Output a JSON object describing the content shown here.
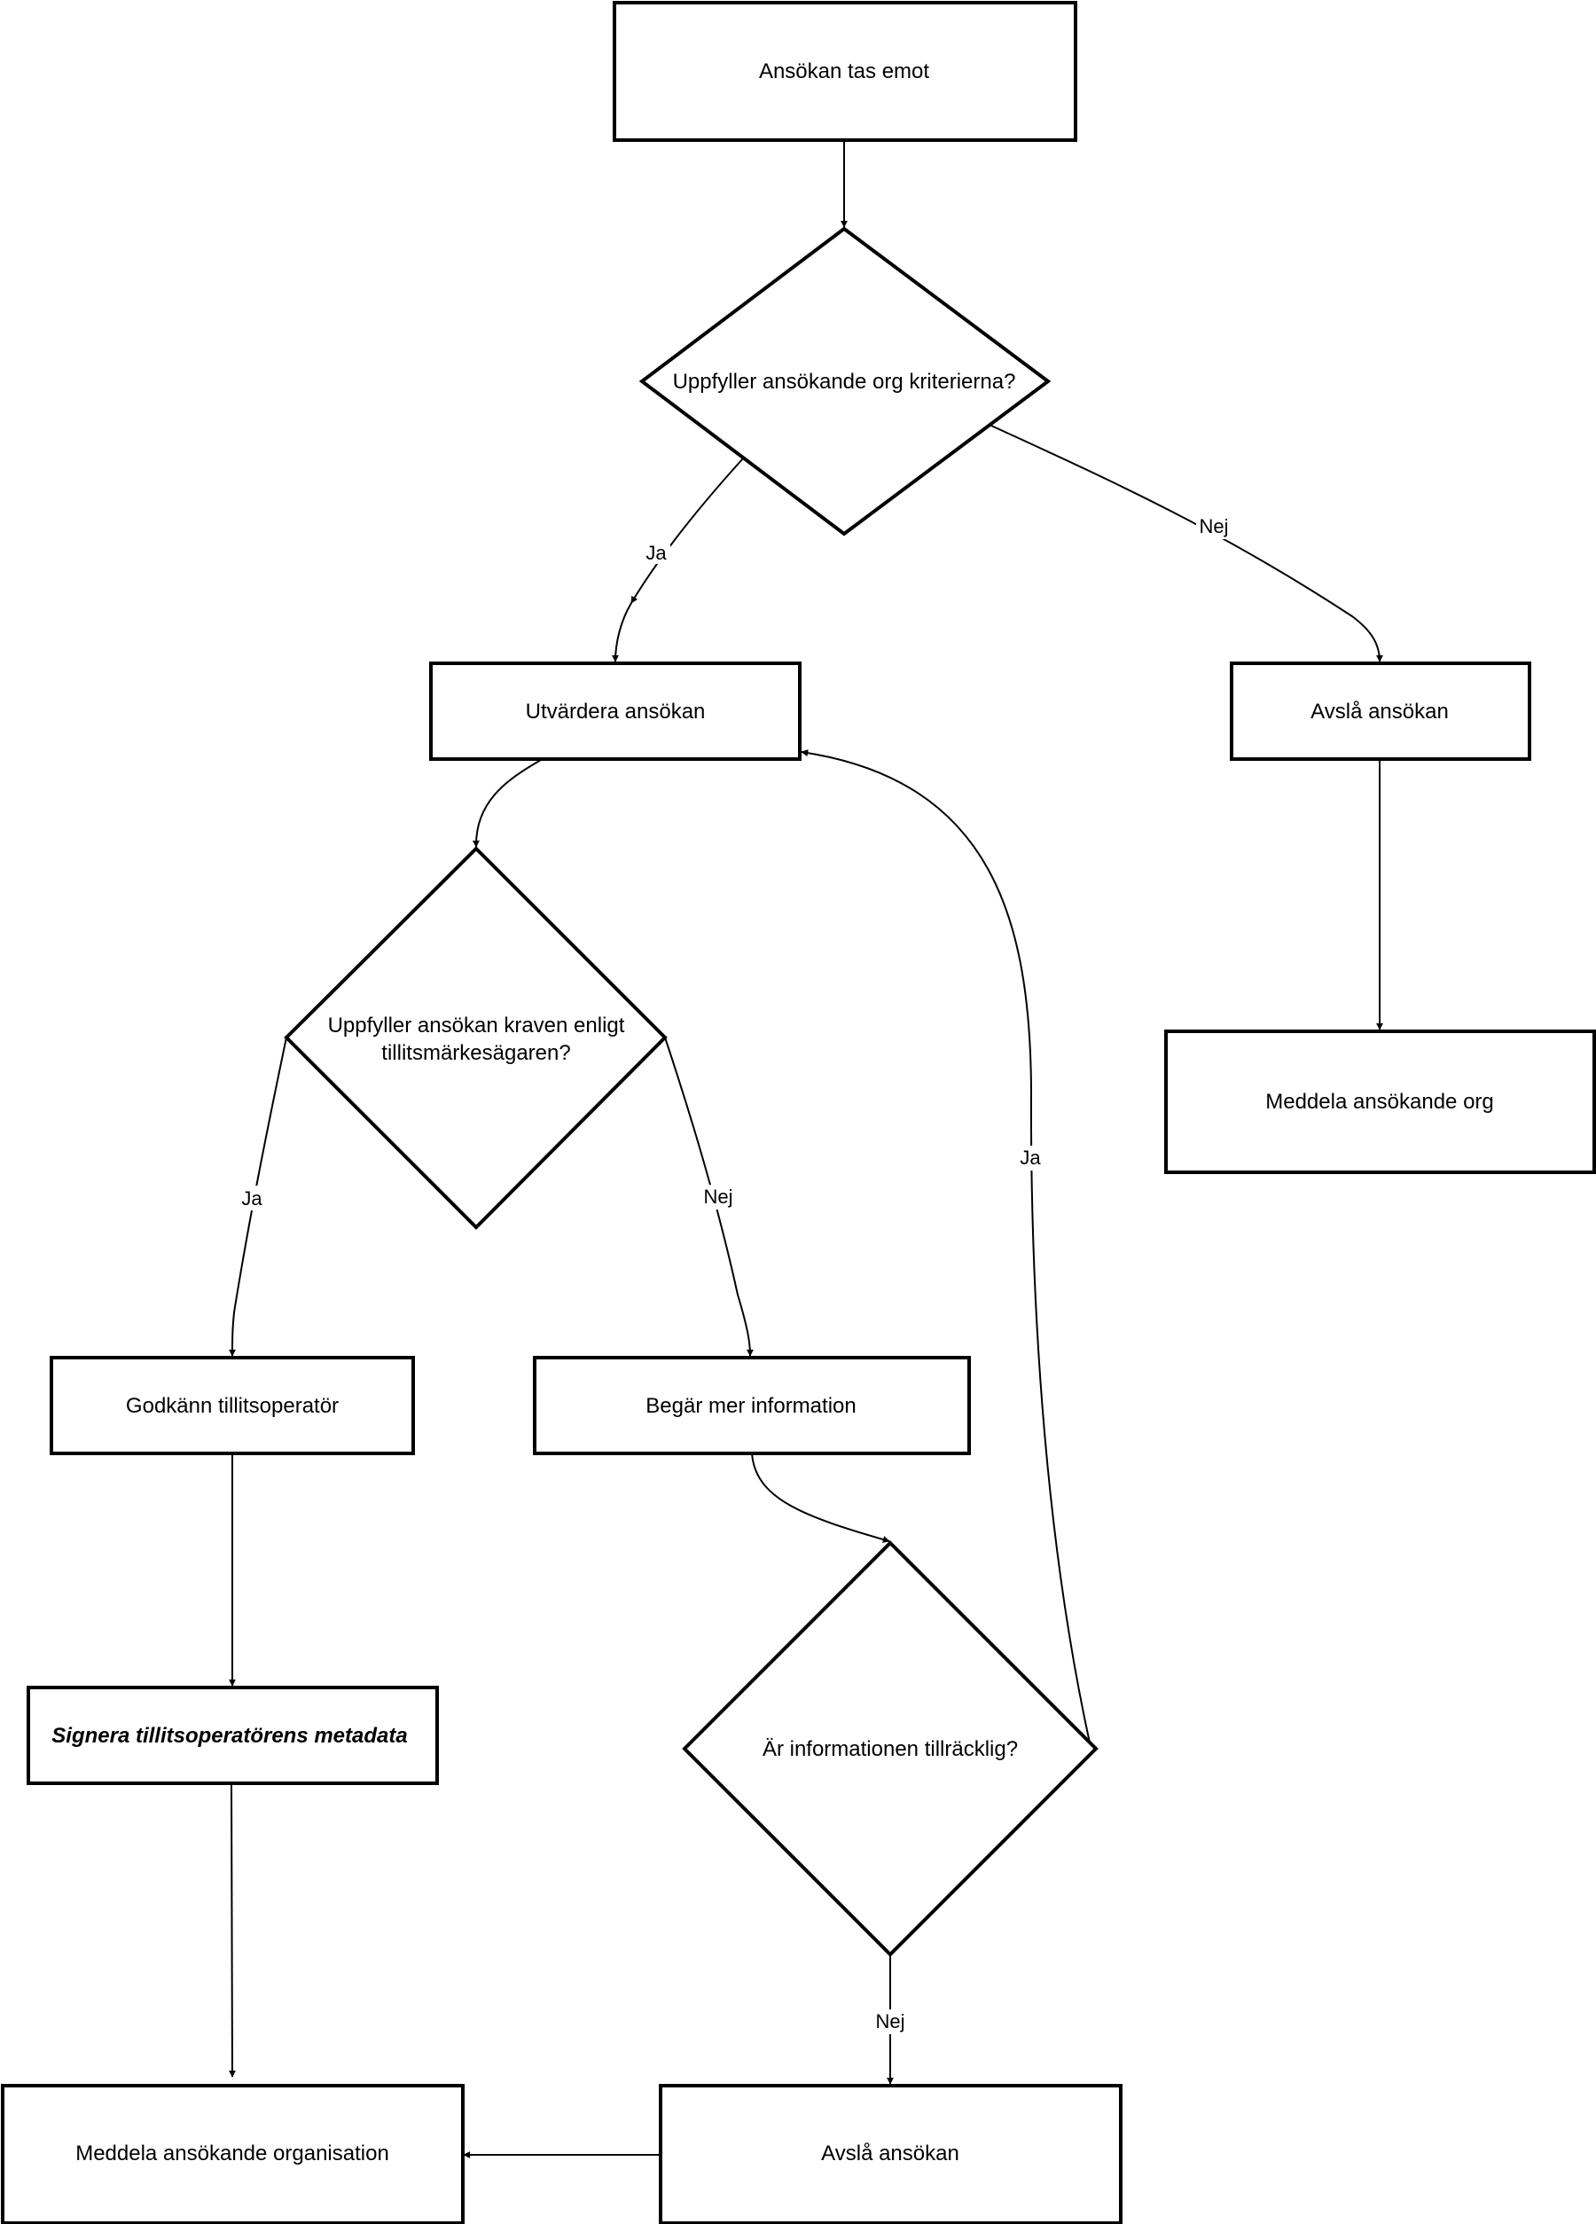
{
  "nodes": {
    "receive": "Ansökan tas emot",
    "criteria_q": "Uppfyller ansökande org kriterierna?",
    "evaluate": "Utvärdera ansökan",
    "reject_top": "Avslå ansökan",
    "notify_org": "Meddela ansökande org",
    "requirements_q_line1": "Uppfyller ansökan kraven enligt",
    "requirements_q_line2": "tillitsmärkesägaren?",
    "approve": "Godkänn tillitsoperatör",
    "request_info": "Begär mer information",
    "sign_metadata": "Signera tillitsoperatörens metadata",
    "info_q": "Är informationen tillräcklig?",
    "notify_organisation": "Meddela ansökande organisation",
    "reject_bottom": "Avslå ansökan"
  },
  "edge_labels": {
    "criteria_yes": "Ja",
    "criteria_no": "Nej",
    "requirements_yes": "Ja",
    "requirements_no": "Nej",
    "info_yes": "Ja",
    "info_no": "Nej"
  }
}
